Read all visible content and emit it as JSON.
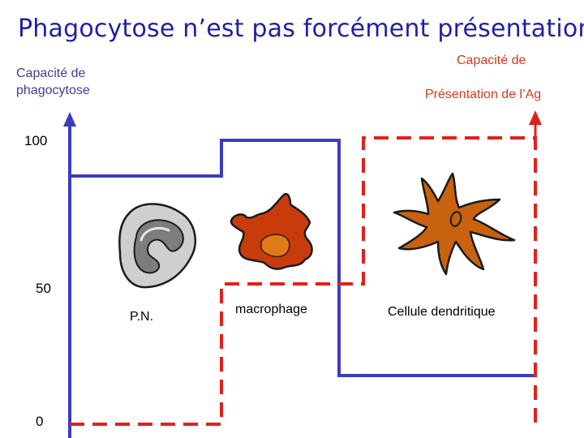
{
  "title": "Phagocytose n’est pas forcément présentation",
  "left_axis": {
    "label_line1": "Capacité de",
    "label_line2": "phagocytose"
  },
  "right_axis": {
    "label_line1": "Capacité de",
    "label_line2": "Présentation de l’Ag"
  },
  "ticks": {
    "t100": "100",
    "t50": "50",
    "t0": "0"
  },
  "cells": {
    "pn": "P.N.",
    "macrophage": "macrophage",
    "dendritic": "Cellule dendritique"
  },
  "colors": {
    "phagocytosis_line": "#3b3bc0",
    "presentation_line": "#e0211c",
    "title": "#1f1fa8",
    "dendritic_fill": "#c8620e",
    "macrophage_fill": "#c83c0c",
    "macrophage_nucleus": "#e07a18",
    "pn_fill": "#c8c8c8",
    "pn_nucleus": "#7a7a7a"
  },
  "icons": [
    "pn-neutrophil-icon",
    "macrophage-icon",
    "dendritic-cell-icon",
    "up-arrow-icon"
  ]
}
